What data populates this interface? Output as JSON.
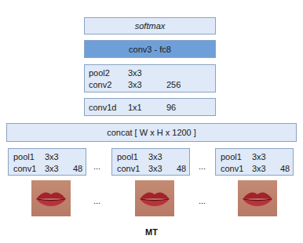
{
  "diagram": {
    "caption": "MT",
    "nodes": [
      {
        "text": [
          "softmax"
        ]
      },
      {
        "text": [
          "conv3 - fc8"
        ]
      },
      {
        "text": [
          "pool2",
          "3x3",
          "conv2",
          "3x3",
          "256"
        ]
      },
      {
        "text": [
          "conv1d",
          "1x1",
          "96"
        ]
      },
      {
        "text": [
          "concat [ W x H x 1200 ]"
        ]
      },
      {
        "text": [
          "pool1",
          "3x3",
          "conv1",
          "3x3",
          "48"
        ]
      },
      {
        "text": [
          "pool1",
          "3x3",
          "conv1",
          "3x3",
          "48"
        ]
      },
      {
        "text": [
          "pool1",
          "3x3",
          "conv1",
          "3x3",
          "48"
        ]
      }
    ],
    "labels": [
      "...",
      "...",
      "...",
      "..."
    ]
  }
}
